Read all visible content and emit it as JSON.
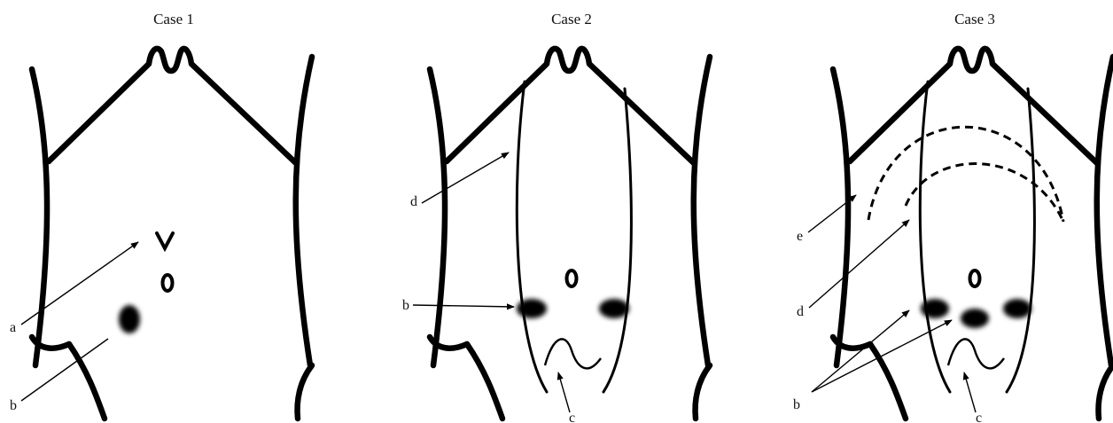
{
  "panels": [
    {
      "title": "Case 1",
      "labels": {
        "a": "a",
        "b": "b"
      }
    },
    {
      "title": "Case 2",
      "labels": {
        "b": "b",
        "c": "c",
        "d": "d"
      }
    },
    {
      "title": "Case 3",
      "labels": {
        "b": "b",
        "c": "c",
        "d": "d",
        "e": "e"
      }
    }
  ],
  "colors": {
    "outline": "#000000",
    "blot": "#000000",
    "background": "#ffffff"
  }
}
